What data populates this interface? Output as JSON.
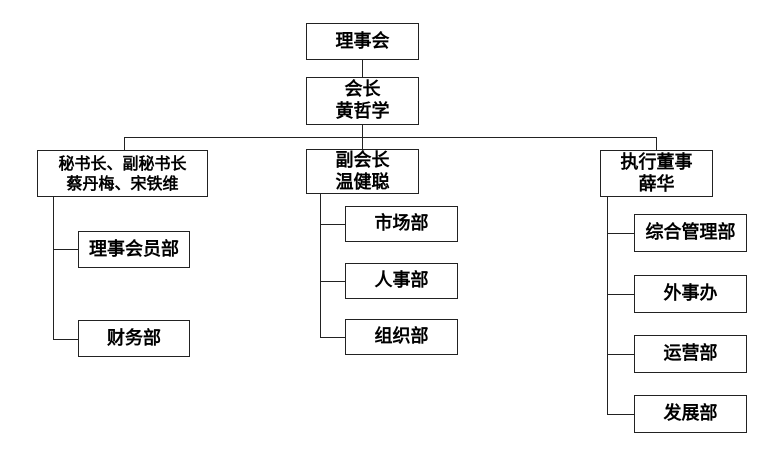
{
  "board": {
    "label": "理事会"
  },
  "president": {
    "title": "会长",
    "name": "黄哲学"
  },
  "secretary_general": {
    "title": "秘书长、副秘书长",
    "name": "蔡丹梅、宋铁维"
  },
  "vice_president": {
    "title": "副会长",
    "name": "温健聪",
    "departments": [
      "市场部",
      "人事部",
      "组织部"
    ]
  },
  "executive_director": {
    "title": "执行董事",
    "name": "薛华",
    "departments": [
      "综合管理部",
      "外事办",
      "运营部",
      "发展部"
    ]
  },
  "secretary_departments": [
    "理事会员部",
    "财务部"
  ]
}
